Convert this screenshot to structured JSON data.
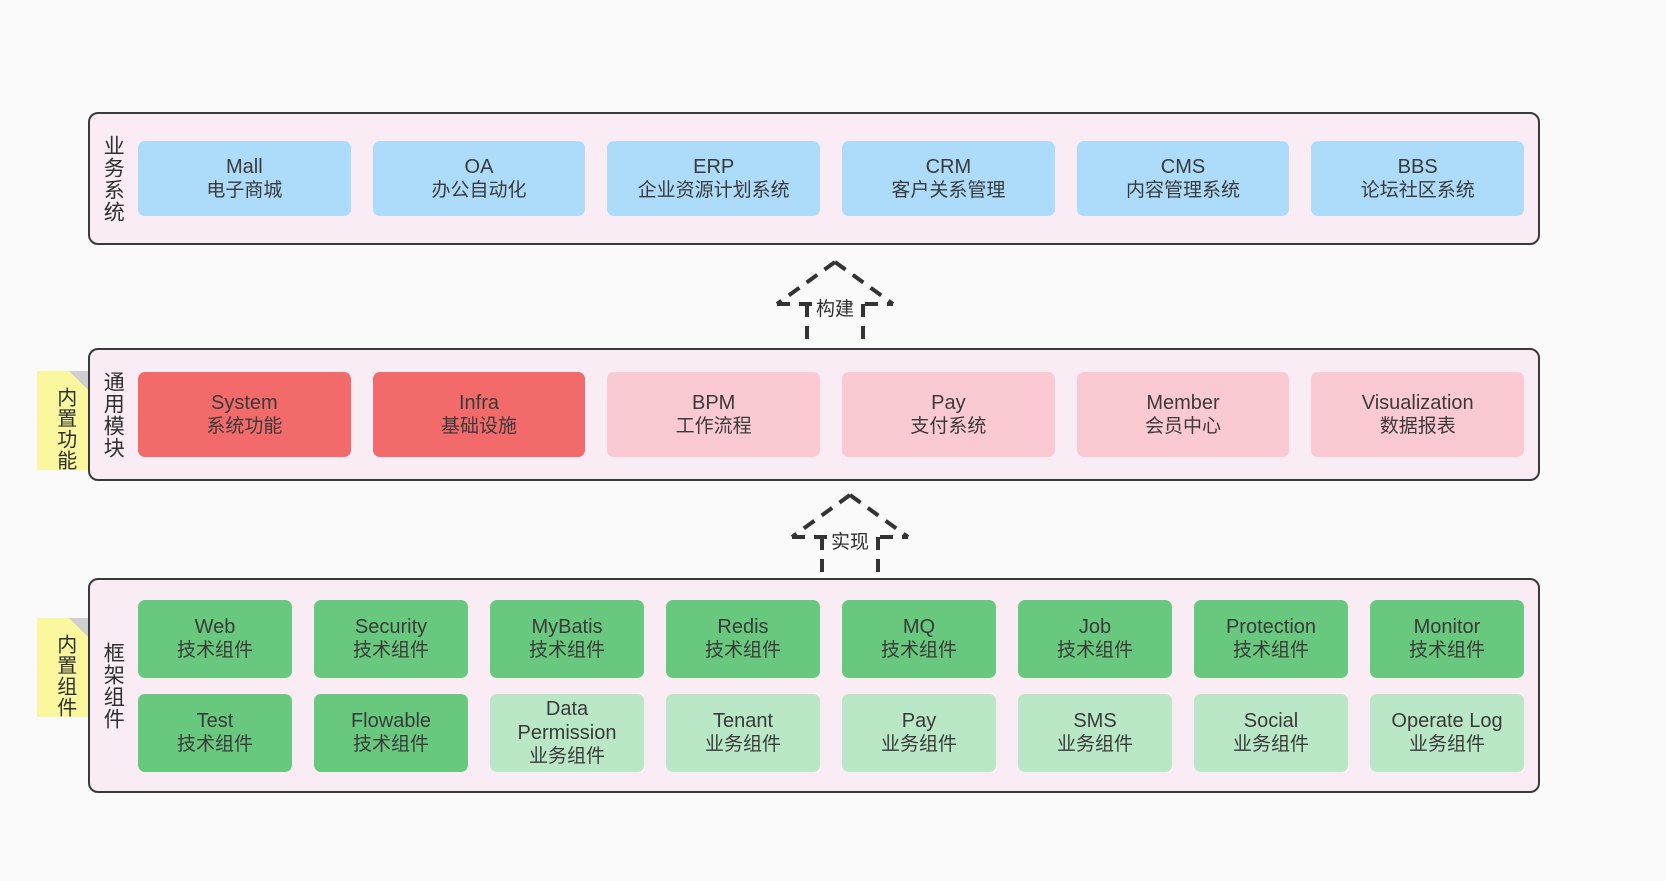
{
  "layers": [
    {
      "id": "business",
      "title": "业务系统",
      "rows": [
        {
          "cards": [
            {
              "name": "Mall",
              "desc": "电子商城",
              "color": "blue"
            },
            {
              "name": "OA",
              "desc": "办公自动化",
              "color": "blue"
            },
            {
              "name": "ERP",
              "desc": "企业资源计划系统",
              "color": "blue"
            },
            {
              "name": "CRM",
              "desc": "客户关系管理",
              "color": "blue"
            },
            {
              "name": "CMS",
              "desc": "内容管理系统",
              "color": "blue"
            },
            {
              "name": "BBS",
              "desc": "论坛社区系统",
              "color": "blue"
            }
          ]
        }
      ]
    },
    {
      "id": "common",
      "title": "通用模块",
      "note": "内置功能",
      "rows": [
        {
          "cards": [
            {
              "name": "System",
              "desc": "系统功能",
              "color": "red"
            },
            {
              "name": "Infra",
              "desc": "基础设施",
              "color": "red"
            },
            {
              "name": "BPM",
              "desc": "工作流程",
              "color": "pink"
            },
            {
              "name": "Pay",
              "desc": "支付系统",
              "color": "pink"
            },
            {
              "name": "Member",
              "desc": "会员中心",
              "color": "pink"
            },
            {
              "name": "Visualization",
              "desc": "数据报表",
              "color": "pink"
            }
          ]
        }
      ]
    },
    {
      "id": "framework",
      "title": "框架组件",
      "note": "内置组件",
      "rows": [
        {
          "cards": [
            {
              "name": "Web",
              "desc": "技术组件",
              "color": "green"
            },
            {
              "name": "Security",
              "desc": "技术组件",
              "color": "green"
            },
            {
              "name": "MyBatis",
              "desc": "技术组件",
              "color": "green"
            },
            {
              "name": "Redis",
              "desc": "技术组件",
              "color": "green"
            },
            {
              "name": "MQ",
              "desc": "技术组件",
              "color": "green"
            },
            {
              "name": "Job",
              "desc": "技术组件",
              "color": "green"
            },
            {
              "name": "Protection",
              "desc": "技术组件",
              "color": "green"
            },
            {
              "name": "Monitor",
              "desc": "技术组件",
              "color": "green"
            }
          ]
        },
        {
          "cards": [
            {
              "name": "Test",
              "desc": "技术组件",
              "color": "green"
            },
            {
              "name": "Flowable",
              "desc": "技术组件",
              "color": "green"
            },
            {
              "name": "Data Permission",
              "desc": "业务组件",
              "color": "greenlight"
            },
            {
              "name": "Tenant",
              "desc": "业务组件",
              "color": "greenlight"
            },
            {
              "name": "Pay",
              "desc": "业务组件",
              "color": "greenlight"
            },
            {
              "name": "SMS",
              "desc": "业务组件",
              "color": "greenlight"
            },
            {
              "name": "Social",
              "desc": "业务组件",
              "color": "greenlight"
            },
            {
              "name": "Operate Log",
              "desc": "业务组件",
              "color": "greenlight"
            }
          ]
        }
      ]
    }
  ],
  "connectors": [
    {
      "id": "build",
      "label": "构建"
    },
    {
      "id": "implement",
      "label": "实现"
    }
  ],
  "colors": {
    "panel_background": "#F9ECF4",
    "panel_border": "#3A3A3A",
    "blue": "#ACDCFA",
    "red": "#F26A6A",
    "pink": "#FBC9D2",
    "green": "#68C97E",
    "green_light": "#BAE7C5",
    "note_background": "#FAF79E",
    "note_fold": "#CFCFCF",
    "page_background": "#FAFAFA"
  }
}
